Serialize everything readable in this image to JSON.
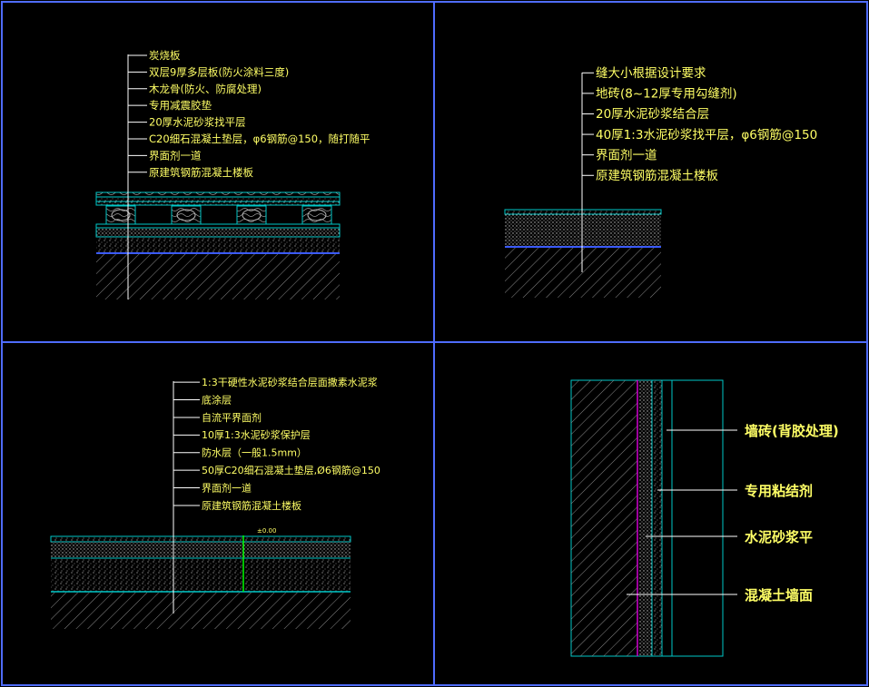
{
  "colors": {
    "background": "#000000",
    "frame": "#4f6cff",
    "label": "#ffff66",
    "leader": "#ffffff",
    "layer": "#00c8c8",
    "membrane": "#d000d0",
    "elev": "#00ff00"
  },
  "panels": {
    "tl": {
      "labels": [
        "炭烧板",
        "双层9厚多层板(防火涂料三度)",
        "木龙骨(防火、防腐处理)",
        "专用减震胶垫",
        "20厚水泥砂浆找平层",
        "C20细石混凝土垫层，φ6钢筋@150，随打随平",
        "界面剂一道",
        "原建筑钢筋混凝土楼板"
      ]
    },
    "tr": {
      "labels": [
        "缝大小根据设计要求",
        "地砖(8~12厚专用勾缝剂)",
        "20厚水泥砂浆结合层",
        "40厚1:3水泥砂浆找平层，φ6钢筋@150",
        "界面剂一道",
        "原建筑钢筋混凝土楼板"
      ]
    },
    "bl": {
      "labels": [
        "1:3干硬性水泥砂浆结合层面撒素水泥浆",
        "底涂层",
        "自流平界面剂",
        "10厚1:3水泥砂浆保护层",
        "防水层（一般1.5mm）",
        "50厚C20细石混凝土垫层,Ø6钢筋@150",
        "界面剂一道",
        "原建筑钢筋混凝土楼板"
      ],
      "elevation_mark": "±0.00"
    },
    "br": {
      "labels": [
        "墙砖(背胶处理)",
        "专用粘结剂",
        "水泥砂浆平",
        "混凝土墙面"
      ]
    }
  }
}
